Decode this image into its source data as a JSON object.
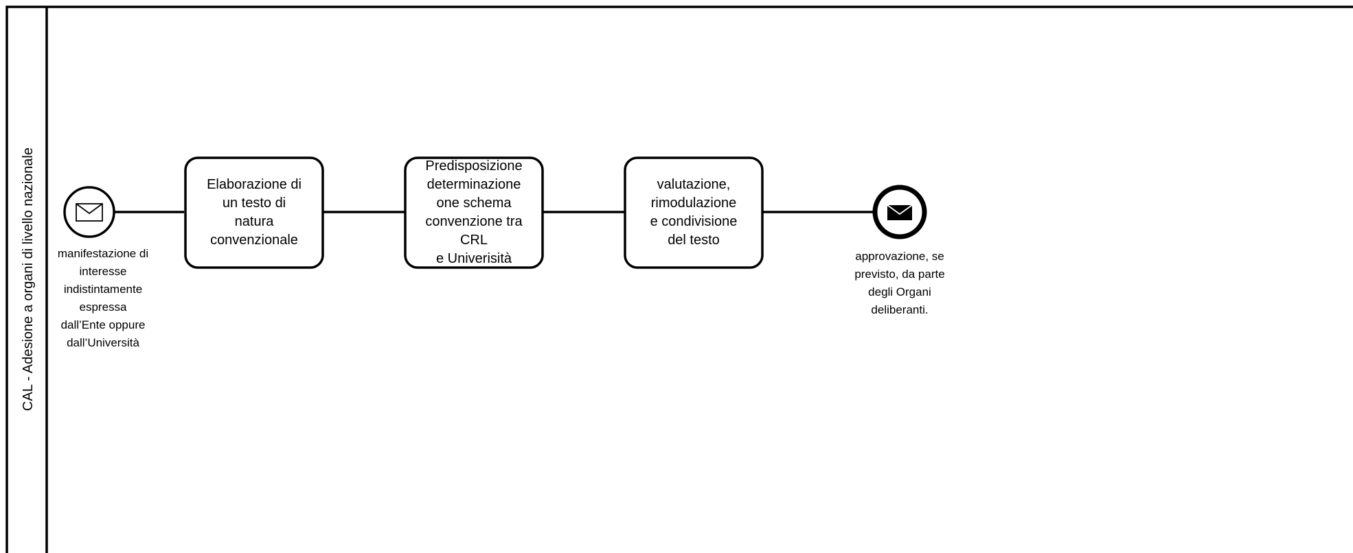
{
  "pool": {
    "label": "CAL - Adesione a organi di livello nazionale"
  },
  "start_event": {
    "type": "message-start-event",
    "icon": "envelope-outline-icon",
    "label_lines": [
      "manifestazione di",
      "interesse",
      "indistintamente",
      "espressa",
      "dall’Ente oppure",
      "dall’Università"
    ]
  },
  "tasks": [
    {
      "lines": [
        "Elaborazione di",
        "un testo di",
        "natura",
        "convenzionale"
      ]
    },
    {
      "lines": [
        "Predisposizione",
        "determinazione",
        "one schema",
        "convenzione tra",
        "CRL",
        "e Univerisità"
      ]
    },
    {
      "lines": [
        "valutazione,",
        "rimodulazione",
        "e condivisione",
        "del testo"
      ]
    }
  ],
  "end_event": {
    "type": "message-end-event",
    "icon": "envelope-filled-icon",
    "label_lines": [
      "approvazione, se",
      "previsto, da parte",
      "degli Organi",
      "deliberanti."
    ]
  },
  "colors": {
    "stroke": "#000000",
    "fill": "#ffffff"
  }
}
